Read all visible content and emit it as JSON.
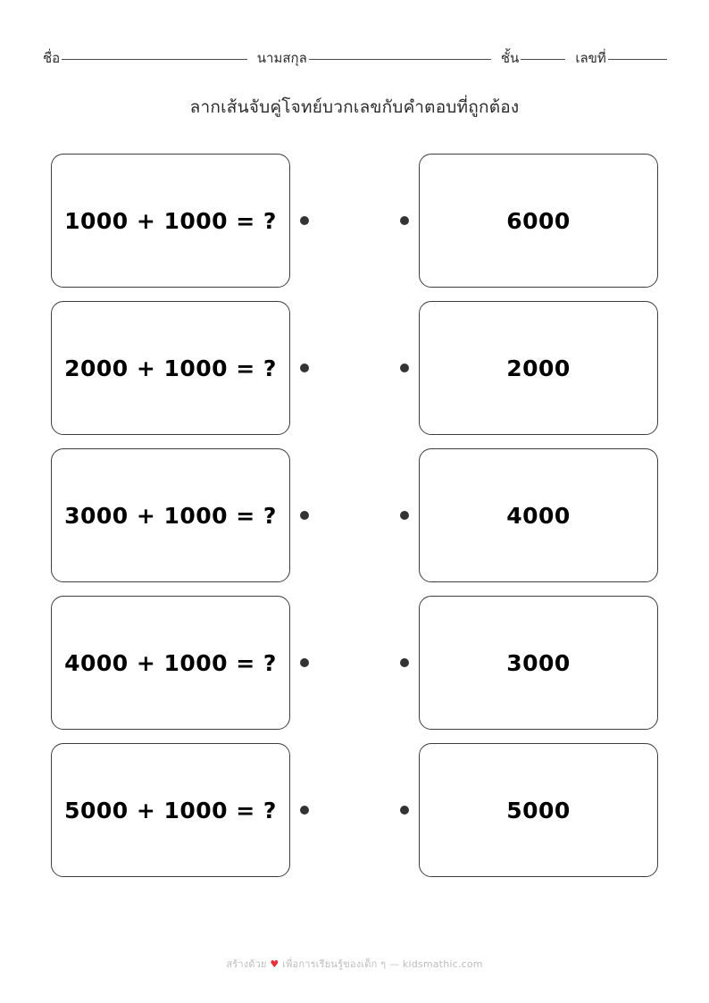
{
  "header": {
    "name_label": "ชื่อ",
    "surname_label": "นามสกุล",
    "class_label": "ชั้น",
    "number_label": "เลขที่"
  },
  "title": "ลากเส้นจับคู่โจทย์บวกเลขกับคำตอบที่ถูกต้อง",
  "rows": [
    {
      "problem": "1000 + 1000 = ?",
      "answer": "6000"
    },
    {
      "problem": "2000 + 1000 = ?",
      "answer": "2000"
    },
    {
      "problem": "3000 + 1000 = ?",
      "answer": "4000"
    },
    {
      "problem": "4000 + 1000 = ?",
      "answer": "3000"
    },
    {
      "problem": "5000 + 1000 = ?",
      "answer": "5000"
    }
  ],
  "footer": {
    "before_heart": "สร้างด้วย",
    "heart": "♥",
    "after_heart": "เพื่อการเรียนรู้ของเด็ก ๆ — kidsmathic.com"
  },
  "colors": {
    "ink": "#000000",
    "border": "#3d3d3d",
    "dot": "#333333",
    "footer": "#bdbdbd",
    "heart": "#e8303a"
  }
}
